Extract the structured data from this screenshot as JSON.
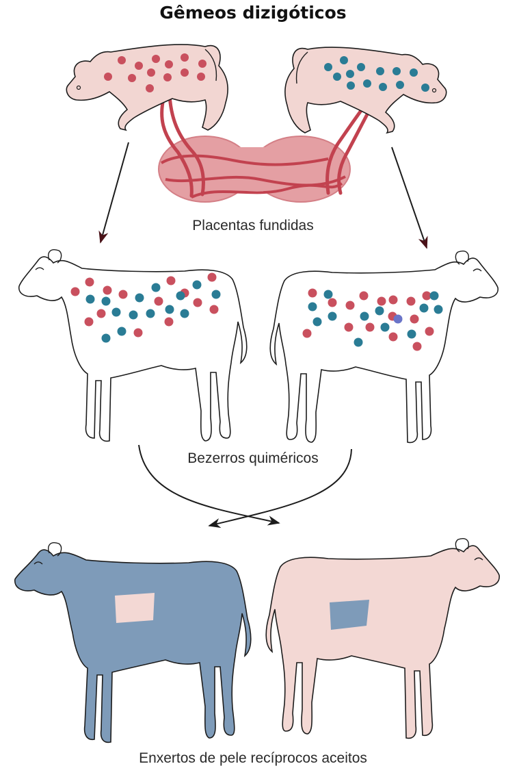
{
  "title": "Gêmeos dizigóticos",
  "labels": {
    "fused_placentas": "Placentas fundidas",
    "chimeric_calves": "Bezerros quiméricos",
    "reciprocal_grafts": "Enxertos de pele recíprocos aceitos"
  },
  "colors": {
    "red_cells": "#c9505e",
    "blue_cells": "#2a7c95",
    "fetus_skin": "#f2d6d2",
    "placenta": "#e0959a",
    "blood_vessel": "#c2424f",
    "blue_calf": "#7e9bb9",
    "pink_calf": "#f3d8d4",
    "outline": "#1c1c1c"
  }
}
